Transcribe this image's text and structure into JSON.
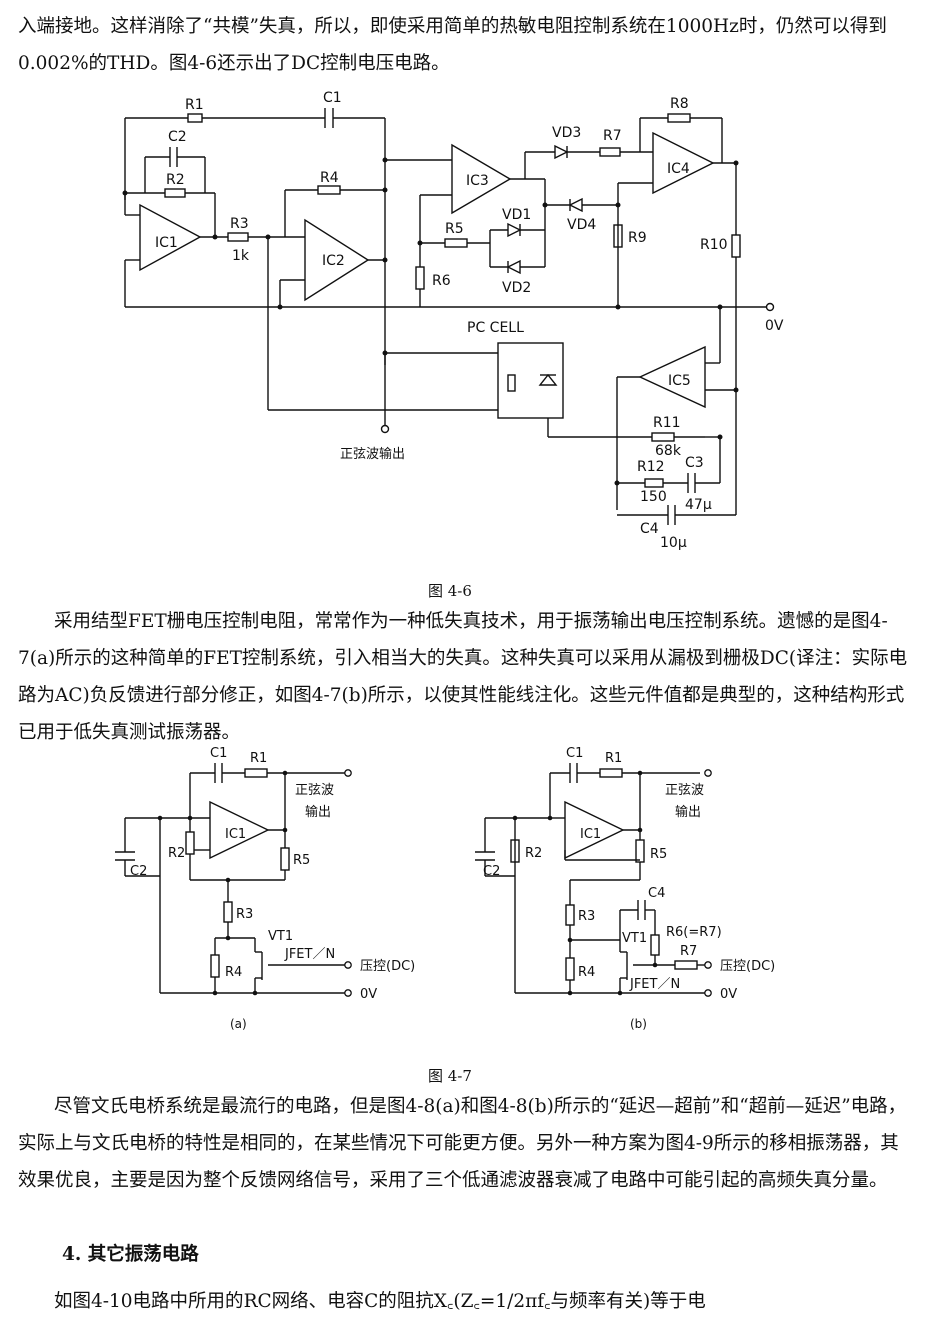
{
  "paragraphs": {
    "p1": "入端接地。这样消除了“共模”失真，所以，即使采用简单的热敏电阻控制系统在1000Hz时，仍然可以得到0.002%的THD。图4-6还示出了DC控制电压电路。",
    "p2": "采用结型FET栅电压控制电阻，常常作为一种低失真技术，用于振荡输出电压控制系统。遗憾的是图4-7(a)所示的这种简单的FET控制系统，引入相当大的失真。这种失真可以采用从漏极到栅极DC(译注：实际电路为AC)负反馈进行部分修正，如图4-7(b)所示，以使其性能线注化。这些元件值都是典型的，这种结构形式已用于低失真测试振荡器。",
    "p3": "尽管文氏电桥系统是最流行的电路，但是图4-8(a)和图4-8(b)所示的“延迟—超前”和“超前—延迟”电路，实际上与文氏电桥的特性是相同的，在某些情况下可能更方便。另外一种方案为图4-9所示的移相振荡器，其效果优良，主要是因为整个反馈网络信号，采用了三个低通滤波器衰减了电路中可能引起的高频失真分量。",
    "heading4": "4. 其它振荡电路",
    "p4": "如图4-10电路中所用的RC网络、电容C的阻抗X꜀(Z꜀=1/2πf꜀与频率有关)等于电"
  },
  "fig46": {
    "caption": "图 4-6",
    "labels": {
      "R1": "R1",
      "C1": "C1",
      "C2": "C2",
      "R2": "R2",
      "R3": "R3",
      "R3v": "1k",
      "R4": "R4",
      "IC1": "IC1",
      "IC2": "IC2",
      "IC3": "IC3",
      "IC4": "IC4",
      "IC5": "IC5",
      "VD1": "VD1",
      "VD2": "VD2",
      "VD3": "VD3",
      "VD4": "VD4",
      "R5": "R5",
      "R6": "R6",
      "R7": "R7",
      "R8": "R8",
      "R9": "R9",
      "R10": "R10",
      "R11": "R11",
      "R11v": "68k",
      "R12": "R12",
      "R12v": "150",
      "C3": "C3",
      "C3v": "47μ",
      "C4": "C4",
      "C4v": "10μ",
      "pc": "PC CELL",
      "ov": "0V",
      "out": "正弦波输出"
    }
  },
  "fig47": {
    "caption": "图 4-7",
    "a": {
      "C1": "C1",
      "R1": "R1",
      "out1": "正弦波",
      "out2": "输出",
      "C2": "C2",
      "R2": "R2",
      "IC1": "IC1",
      "R5": "R5",
      "R3": "R3",
      "VT1": "VT1",
      "jfet": "JFET／N",
      "R4": "R4",
      "ctrl": "压控(DC)",
      "ov": "0V",
      "sub": "(a)"
    },
    "b": {
      "C1": "C1",
      "R1": "R1",
      "out1": "正弦波",
      "out2": "输出",
      "C2": "C2",
      "R2": "R2",
      "IC1": "IC1",
      "R5": "R5",
      "C4": "C4",
      "R3": "R3",
      "VT1": "VT1",
      "R6": "R6(=R7)",
      "R7": "R7",
      "R4": "R4",
      "ctrl": "压控(DC)",
      "jfet": "JFET／N",
      "ov": "0V",
      "sub": "(b)"
    }
  }
}
